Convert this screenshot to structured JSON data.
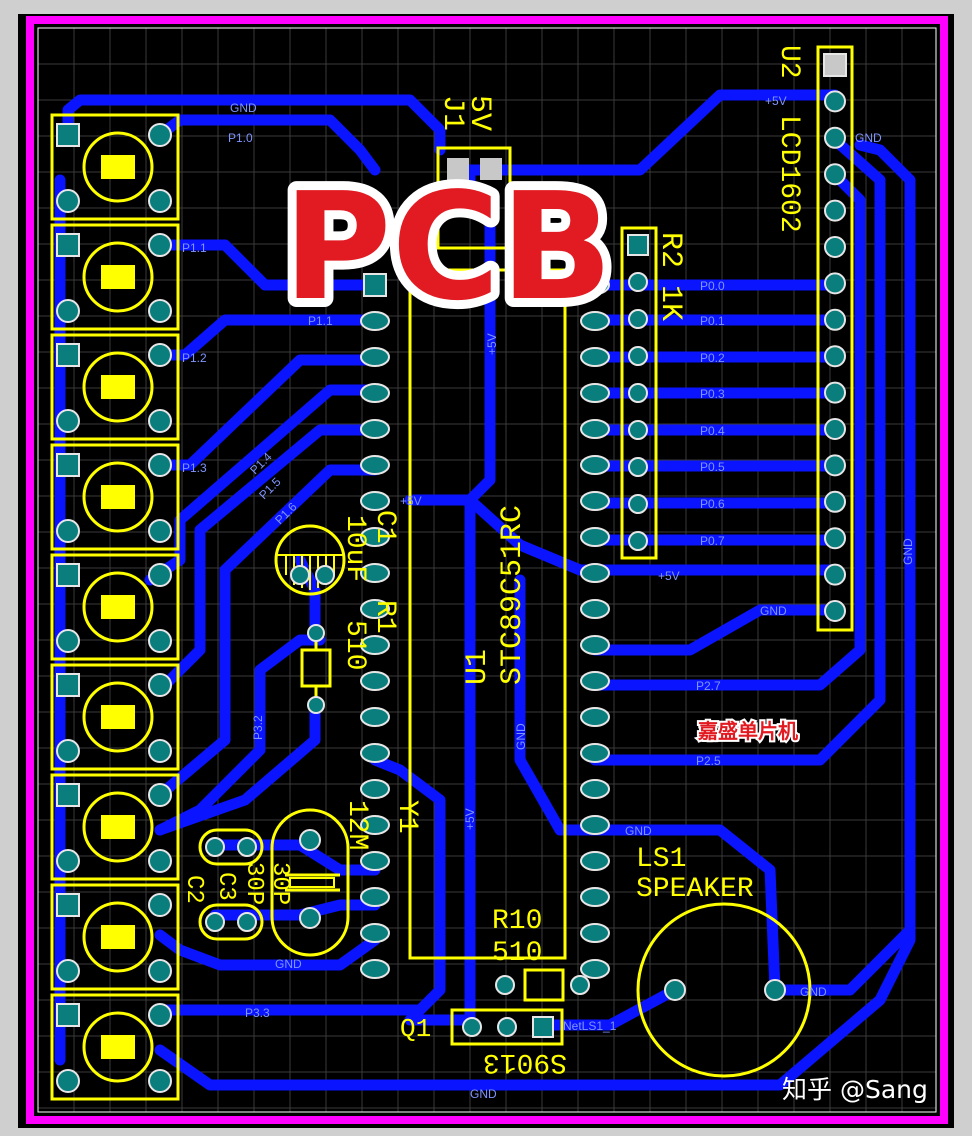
{
  "colors": {
    "background": "#000000",
    "outline": "#ff00ff",
    "copper": "#0a14ff",
    "silkscreen": "#ffff00",
    "pad": "#0a7d7d",
    "title": "#e21b22",
    "brand": "#e21b22"
  },
  "title": "PCB",
  "brand_text": "嘉盛单片机",
  "watermark": "知乎 @Sang",
  "components": {
    "u1": {
      "ref": "U1",
      "name": "STC89C51RC"
    },
    "u2": {
      "ref": "U2",
      "name": "LCD1602"
    },
    "j1": {
      "ref": "J1",
      "value": "5V"
    },
    "r2": {
      "ref": "R2",
      "value": "1K"
    },
    "c1": {
      "ref": "C1",
      "value": "10uF"
    },
    "r1": {
      "ref": "R1",
      "value": "510"
    },
    "y1": {
      "ref": "Y1",
      "value": "12M"
    },
    "c2": {
      "ref": "C2",
      "value": "30P"
    },
    "c3": {
      "ref": "C3",
      "value": "30P"
    },
    "r10": {
      "ref": "R10",
      "value": "510"
    },
    "q1": {
      "ref": "Q1",
      "value": "S9013"
    },
    "ls1": {
      "ref": "LS1",
      "value": "SPEAKER"
    }
  },
  "nets": {
    "gnd": "GND",
    "vcc": "+5V",
    "p10": "P1.0",
    "p11": "P1.1",
    "p12": "P1.2",
    "p13": "P1.3",
    "p14": "P1.4",
    "p15": "P1.5",
    "p16": "P1.6",
    "p00": "P0.0",
    "p01": "P0.1",
    "p02": "P0.2",
    "p03": "P0.3",
    "p04": "P0.4",
    "p05": "P0.5",
    "p06": "P0.6",
    "p07": "P0.7",
    "p25": "P2.5",
    "p27": "P2.7",
    "p32": "P3.2",
    "p33": "P3.3",
    "netls1": "NetLS1_1"
  }
}
